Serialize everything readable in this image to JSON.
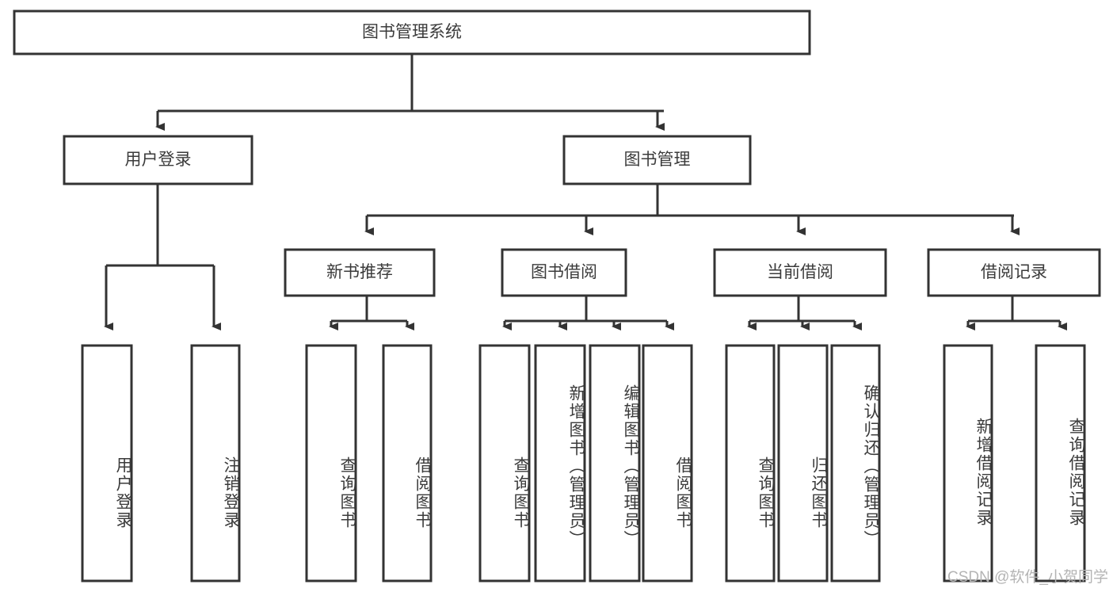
{
  "diagram": {
    "title": "图书管理系统",
    "type": "tree",
    "watermark": "CSDN @软件_小贺同学",
    "colors": {
      "stroke": "#333333",
      "fill": "#ffffff",
      "text": "#3b3b3b",
      "watermark": "#b4b4b4",
      "background": "#ffffff"
    },
    "nodes": {
      "root": "图书管理系统",
      "level2": {
        "user_login": "用户登录",
        "book_manage": "图书管理"
      },
      "level3": {
        "new_book_recommend": "新书推荐",
        "book_borrow": "图书借阅",
        "current_borrow": "当前借阅",
        "borrow_record": "借阅记录"
      },
      "leaves": {
        "user_login": [
          "用户登录",
          "注销登录"
        ],
        "new_book_recommend": [
          "查询图书",
          "借阅图书"
        ],
        "book_borrow": [
          "查询图书",
          "新增图书（管理员）",
          "编辑图书（管理员）",
          "借阅图书"
        ],
        "current_borrow": [
          "查询图书",
          "归还图书",
          "确认归还（管理员）"
        ],
        "borrow_record": [
          "新增借阅记录",
          "查询借阅记录"
        ]
      }
    },
    "edges": [
      {
        "from": "图书管理系统",
        "to": "用户登录"
      },
      {
        "from": "图书管理系统",
        "to": "图书管理"
      },
      {
        "from": "图书管理",
        "to": "新书推荐"
      },
      {
        "from": "图书管理",
        "to": "图书借阅"
      },
      {
        "from": "图书管理",
        "to": "当前借阅"
      },
      {
        "from": "图书管理",
        "to": "借阅记录"
      },
      {
        "from": "用户登录",
        "to": "用户登录"
      },
      {
        "from": "用户登录",
        "to": "注销登录"
      },
      {
        "from": "新书推荐",
        "to": "查询图书"
      },
      {
        "from": "新书推荐",
        "to": "借阅图书"
      },
      {
        "from": "图书借阅",
        "to": "查询图书"
      },
      {
        "from": "图书借阅",
        "to": "新增图书（管理员）"
      },
      {
        "from": "图书借阅",
        "to": "编辑图书（管理员）"
      },
      {
        "from": "图书借阅",
        "to": "借阅图书"
      },
      {
        "from": "当前借阅",
        "to": "查询图书"
      },
      {
        "from": "当前借阅",
        "to": "归还图书"
      },
      {
        "from": "当前借阅",
        "to": "确认归还（管理员）"
      },
      {
        "from": "借阅记录",
        "to": "新增借阅记录"
      },
      {
        "from": "借阅记录",
        "to": "查询借阅记录"
      }
    ]
  }
}
